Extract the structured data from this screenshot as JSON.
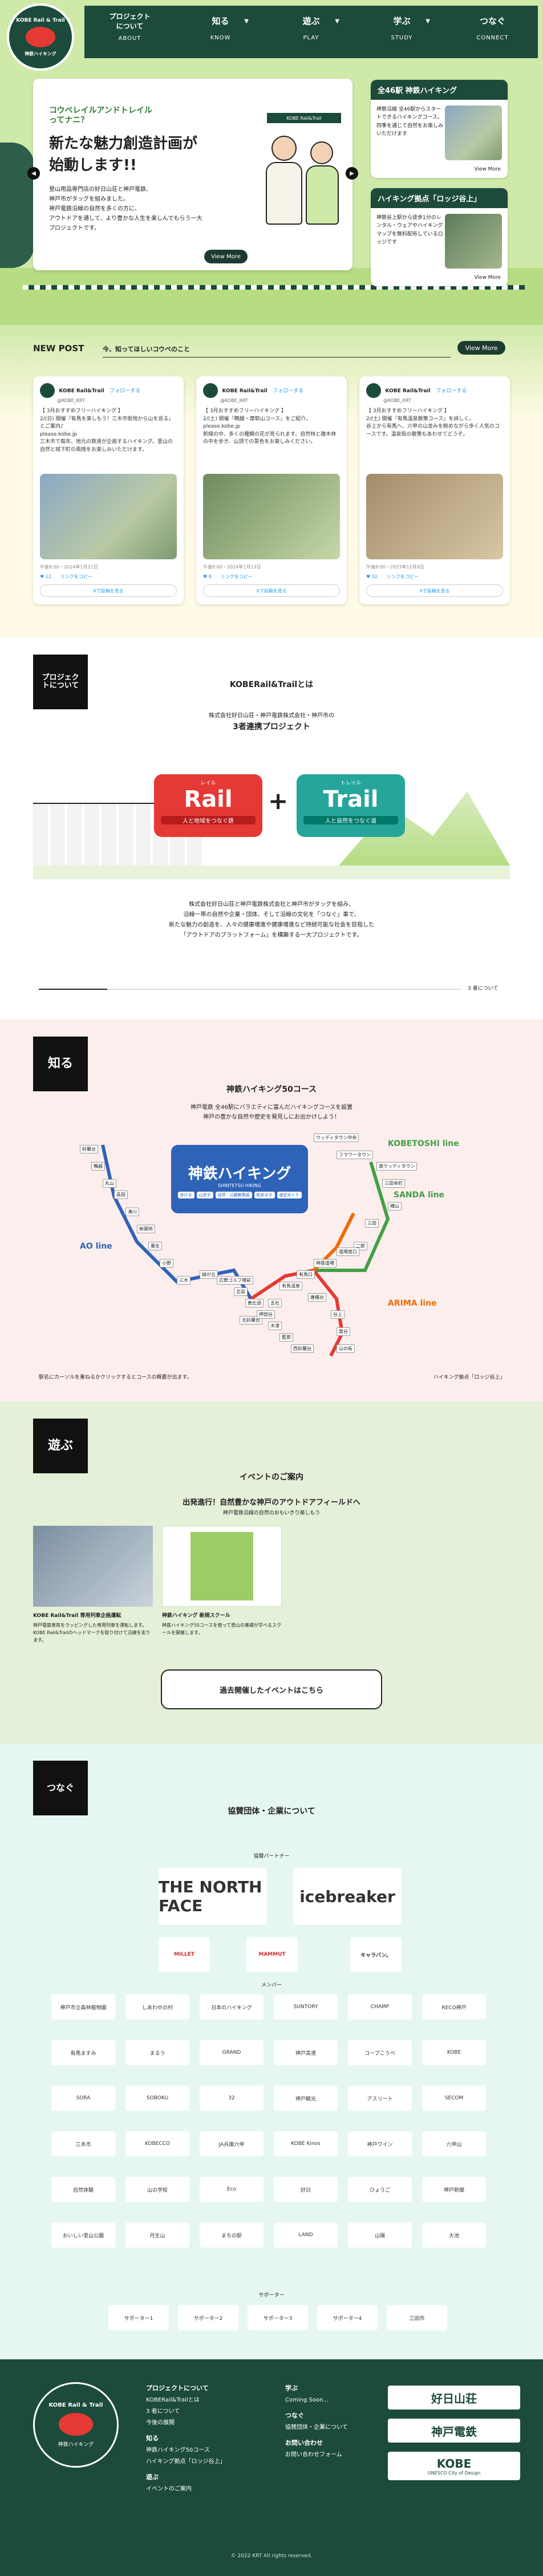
{
  "header": {
    "logo_line1": "KOBE Rail & Trail",
    "logo_line2": "神鉄ハイキング",
    "nav": [
      {
        "jp": "プロジェクト\nについて",
        "en": "ABOUT"
      },
      {
        "jp": "知る",
        "en": "KNOW"
      },
      {
        "jp": "遊ぶ",
        "en": "PLAY"
      },
      {
        "jp": "学ぶ",
        "en": "STUDY"
      },
      {
        "jp": "つなぐ",
        "en": "CONNECT"
      }
    ]
  },
  "hero": {
    "kicker": "コウベレイルアンドトレイル\nってナニ？",
    "headline": "新たな魅力創造計画が\n始動します!!",
    "body": "登山用品専門店の好日山荘と神戸電鉄、\n神戸市がタッグを組みました。\n神戸電鉄沿線の自然を多くの方に、\nアウトドアを通して、より豊かな人生を楽しんでもらう一大プロジェクトです。",
    "view_more": "View More",
    "sign": "KOBE Rail&Trail",
    "side": [
      {
        "title": "全46駅 神鉄ハイキング",
        "text": "神鉄沿線 全46駅からスタートできるハイキングコース。四季を通じて自然をお楽しみいただけます",
        "more": "View More"
      },
      {
        "title": "ハイキング拠点「ロッジ谷上」",
        "text": "神鉄谷上駅から徒歩1分のレンタル・ウェアやハイキングマップを無料配布しているロッジです",
        "more": "View More"
      }
    ]
  },
  "newpost": {
    "label": "NEW POST",
    "sub": "今、知ってほしいコウベのこと",
    "view_more": "View More",
    "tweets": [
      {
        "account": "KOBE Rail&Trail",
        "handle": "@KOBE_KRT",
        "follow": "フォローする",
        "text": "【 3月おすすめフリーハイキング 】\n2/(日) 開催『有馬を楽しもう！三木市街地から山を巡る』とご案内♪\nplease.kobe.jp\n三木市で毎年、地元の鉄道が企画するハイキング。里山の自然と城下町の風情をお楽しみいただけます。",
        "meta": "午後8:00・2024年1月21日",
        "actions": "♥ 12　　リンクをコピー",
        "more": "Xで投稿を見る"
      },
      {
        "account": "KOBE Rail&Trail",
        "handle": "@KOBE_KRT",
        "follow": "フォローする",
        "text": "【 3月おすすめフリーハイキング 】\n2/(土) 開催『鵯越・摩耶山コース』をご紹介。\nplease.kobe.jp\n新緑の中、多くの種類の花が見られます。自然林と雑木林の中を歩き、山頂での景色をお楽しみください。",
        "meta": "午後8:00・2024年1月13日",
        "actions": "♥ 8　　リンクをコピー",
        "more": "Xで投稿を見る"
      },
      {
        "account": "KOBE Rail&Trail",
        "handle": "@KOBE_KRT",
        "follow": "フォローする",
        "text": "【 3月おすすめフリーハイキング 】\n2/(土) 開催『有馬温泉散策コース』を詳しく。\n谷上から有馬へ、六甲の山並みを眺めながら歩く人気のコースです。温泉街の散策もあわせてどうぞ。",
        "meta": "午後8:00・2023年12月9日",
        "actions": "♥ 10　　リンクをコピー",
        "more": "Xで投稿を見る"
      }
    ]
  },
  "project": {
    "label": "プロジェクトについて",
    "title": "KOBERail&Trailとは",
    "sub1": "株式会社好日山荘・神戸電鉄株式会社・神戸市の",
    "sub2": "3者連携プロジェクト",
    "rail_kana": "レイル",
    "rail": "Rail",
    "rail_cap": "人と地域をつなぐ鉄",
    "trail_kana": "トレイル",
    "trail": "Trail",
    "trail_cap": "人と自然をつなぐ道",
    "body": "株式会社好日山荘と神戸電鉄株式会社と神戸市がタッグを組み、\n沿線一帯の自然や企業・団体、そして沿線の文化を「つなぐ」事で、\n新たな魅力の創造を、人々の健康増進や健康増進など持続可能な社会を目指した\n「アウトドアのプラットフォーム」を構築する一大プロジェクトです。",
    "more": "3 者について"
  },
  "know": {
    "label": "知る",
    "title": "神鉄ハイキング50コース",
    "lead": "神戸電鉄 全46駅にバラエティに富んだハイキングコースを設置\n神戸の豊かな自然や歴史を発見しにお出かけしよう！",
    "map_title": "神鉄ハイキング",
    "map_sub": "SHINTETSU HIKING",
    "map_tags": [
      "歩ける",
      "山歩き",
      "自然・公園散策路",
      "街あるき",
      "歴史めぐり"
    ],
    "lines": [
      "AO line",
      "KOBETOSHI line",
      "SANDA line",
      "ARIMA line"
    ],
    "stations": [
      "ウッディタウン中央",
      "フラワータウン",
      "南ウッディタウン",
      "三田本町",
      "横山",
      "三田",
      "二郎",
      "道場南口",
      "神鉄道場",
      "有馬口",
      "有馬温泉",
      "五社",
      "唐櫃台",
      "谷上",
      "箕谷",
      "山の街",
      "北鈴蘭台",
      "鈴蘭台",
      "鵯越",
      "丸山",
      "長田",
      "湊川",
      "新開地",
      "粟生",
      "小野",
      "三木",
      "緑が丘",
      "広野ゴルフ場前",
      "志染",
      "恵比須",
      "押部谷",
      "木津",
      "藍那",
      "西鈴蘭台"
    ],
    "hint": "駅名にカーソルを重ねるかクリックするとコースの概要が出ます。",
    "lodge": "ハイキング拠点「ロッジ谷上」"
  },
  "play": {
    "label": "遊ぶ",
    "title": "イベントのご案内",
    "lead": "出発進行！自然豊かな神戸のアウトドアフィールドへ",
    "lead2": "神戸電鉄沿線の自然のおもいきり楽しもう",
    "events": [
      {
        "title": "KOBE Rail&Trail 専用列車企画運転",
        "text": "神戸電鉄車両をラッピングした専用列車を運転します。KOBE Rail&Trailのヘッドマークを取り付けて沿線を走ります。"
      },
      {
        "title": "神鉄ハイキング 新規スクール",
        "text": "神鉄ハイキング50コースを使って登山の基礎が学べるスクールを開催します。"
      }
    ],
    "past": "過去開催したイベントはこちら"
  },
  "connect": {
    "label": "つなぐ",
    "title": "協賛団体・企業について",
    "partner_head": "協賛パートナー",
    "partners": [
      "THE NORTH FACE",
      "icebreaker",
      "MILLET",
      "MAMMUT",
      "キャラバン。"
    ],
    "member_head": "メンバー",
    "members": [
      "神戸市立森林植物園",
      "しあわせの村",
      "日本のハイキング",
      "SUNTORY",
      "CHAMP",
      "RECO神戸",
      "有馬ますみ",
      "まるう",
      "GRAND",
      "神戸高速",
      "コープこうべ",
      "KOBE",
      "SORA",
      "SOBOKU",
      "32",
      "神戸観光",
      "アスリート",
      "SECOM",
      "三木市",
      "KOBECCO",
      "JA兵庫六甲",
      "KOBE Kinos",
      "神戸ワイン",
      "六甲山",
      "自然体験",
      "山の学校",
      "Eco",
      "好日",
      "ひょうご",
      "神戸新聞",
      "おいしい里山公園",
      "丹生山",
      "まちの駅",
      "LAND",
      "山陽",
      "大池"
    ],
    "supporters_head": "サポーター",
    "supporters": [
      "サポーター1",
      "サポーター2",
      "サポーター3",
      "サポーター4",
      "三田市"
    ]
  },
  "footer": {
    "logo1": "KOBE Rail & Trail",
    "logo2": "神鉄ハイキング",
    "col1_head": "プロジェクトについて",
    "col1": [
      "KOBERail&Trailとは",
      "3 者について",
      "今後の展開"
    ],
    "col1b_head": "知る",
    "col1b": [
      "神鉄ハイキング50コース",
      "ハイキング拠点「ロッジ谷上」"
    ],
    "col1c_head": "遊ぶ",
    "col1c": [
      "イベントのご案内"
    ],
    "col2_head": "学ぶ",
    "col2": [
      "Coming Soon..."
    ],
    "col2b_head": "つなぐ",
    "col2b": [
      "協賛団体・企業について"
    ],
    "col2c_head": "お問い合わせ",
    "col2c": [
      "お問い合わせフォーム"
    ],
    "badges": [
      "好日山荘",
      "神戸電鉄",
      "KOBE"
    ],
    "kobe_sub": "UNESCO City of Design",
    "copyright": "© 2022 KRT All rights reserved."
  }
}
